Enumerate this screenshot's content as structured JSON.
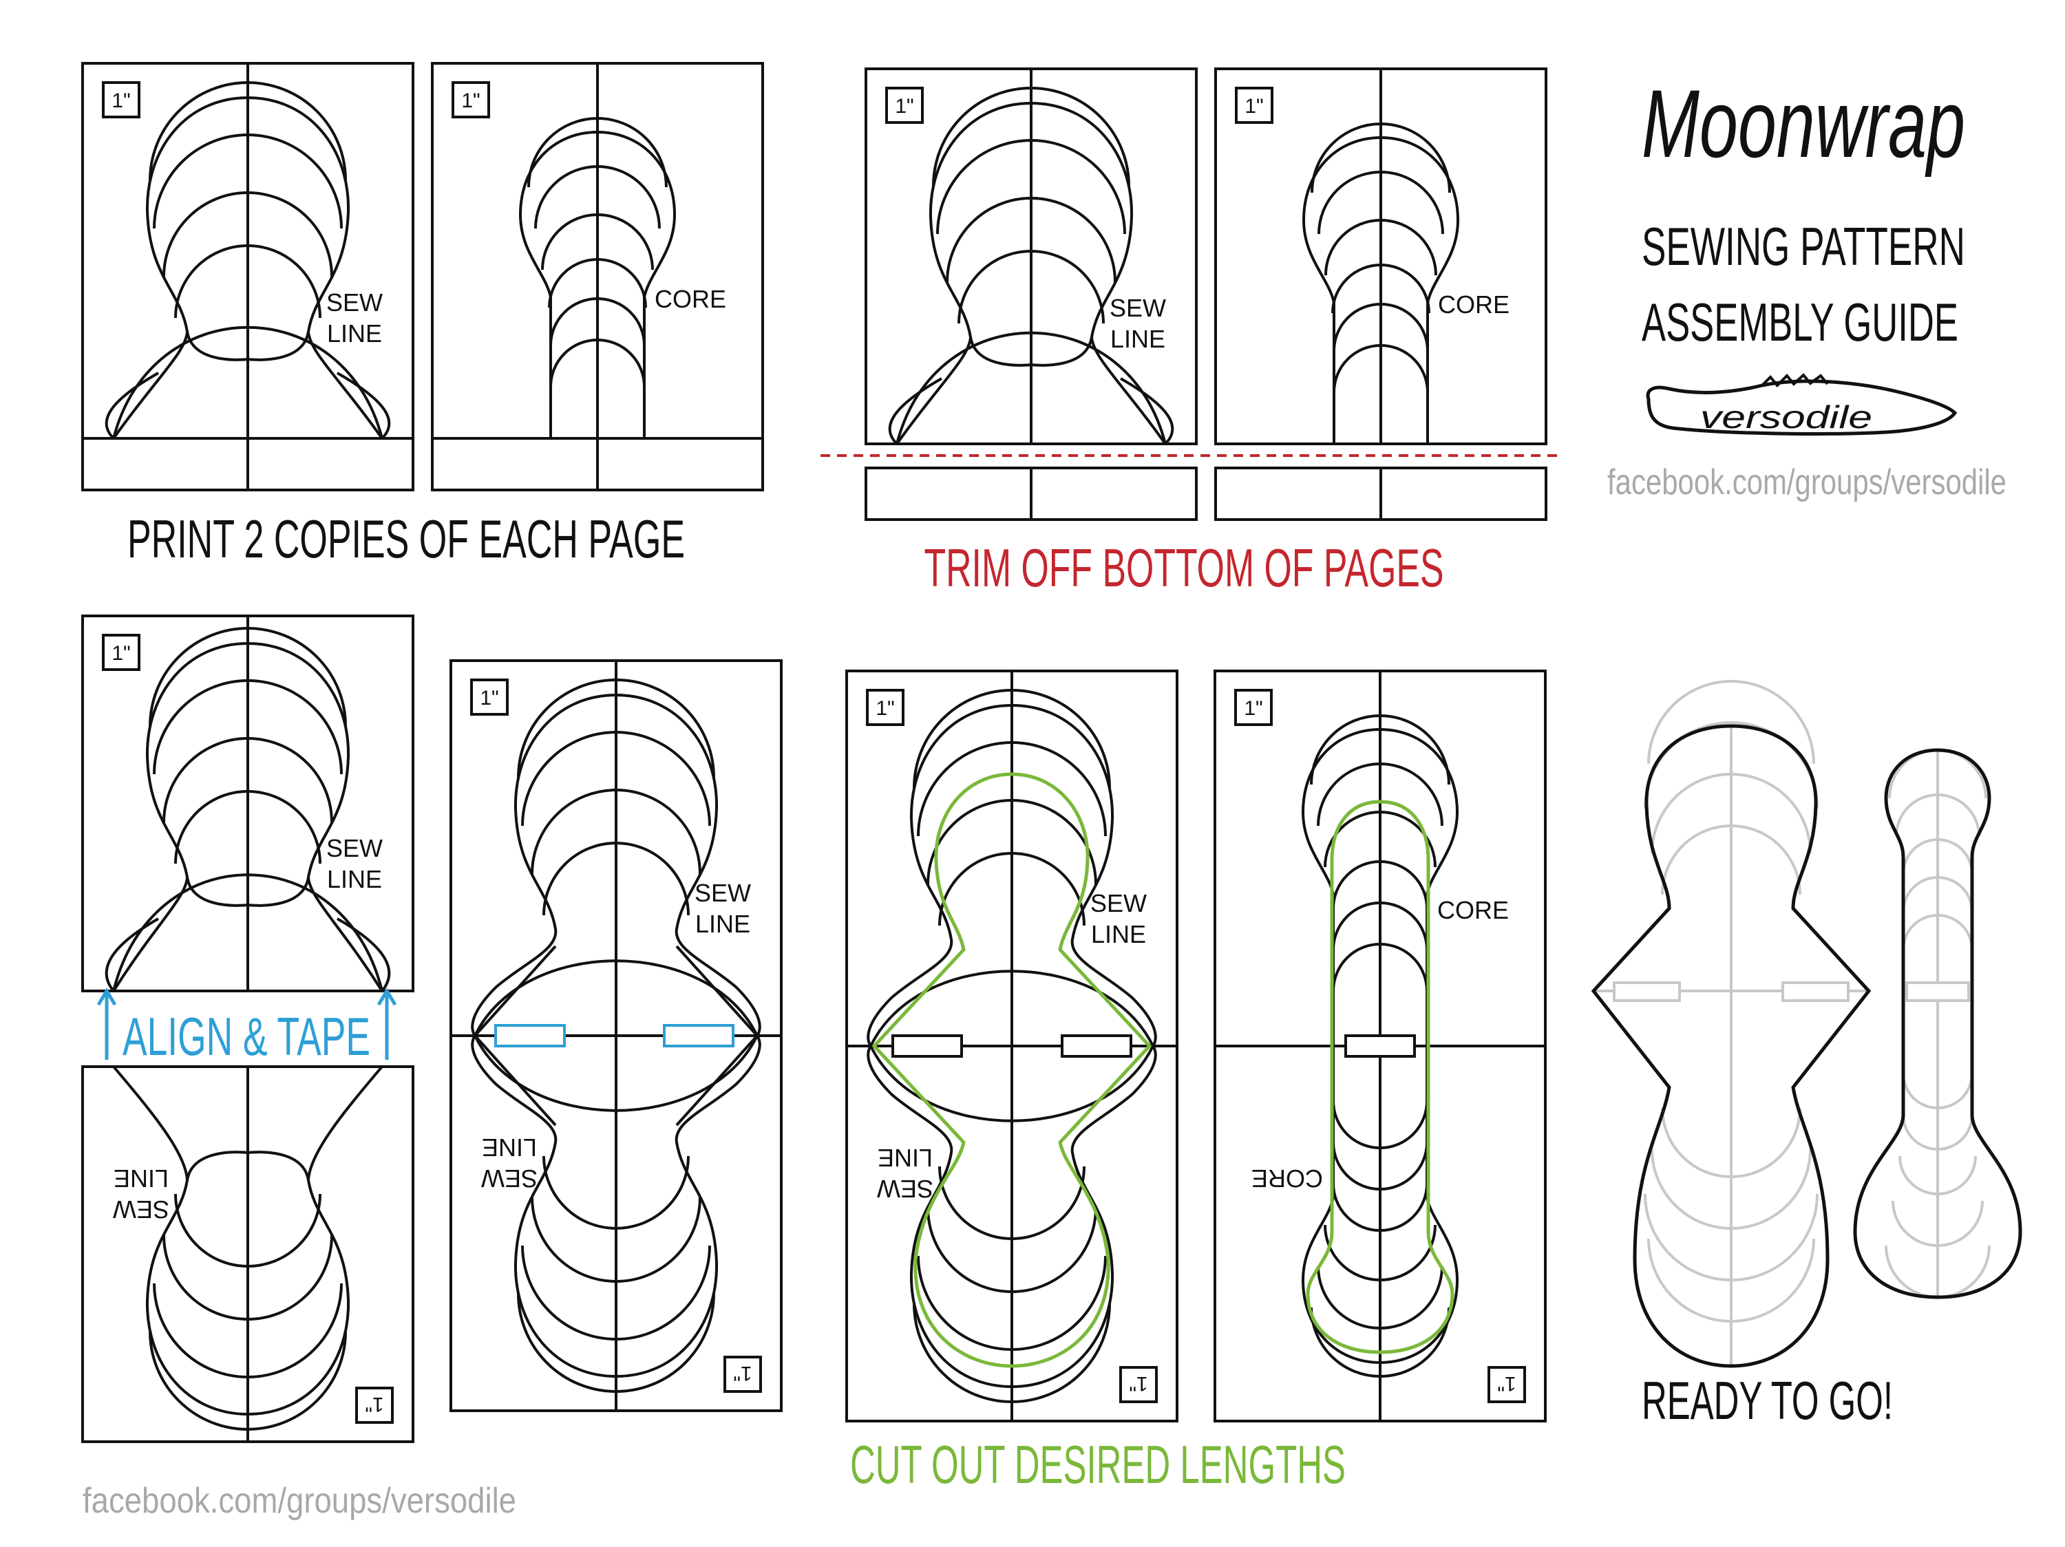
{
  "brand": {
    "title": "Moonwrap",
    "subtitle_line1": "SEWING PATTERN",
    "subtitle_line2": "ASSEMBLY GUIDE",
    "logo_text": "versodile",
    "url": "facebook.com/groups/versodile"
  },
  "sheet": {
    "scale_label": "1\"",
    "scale_label_inverted": "1\"",
    "sew_line1": "SEW",
    "sew_line2": "LINE",
    "core_label": "CORE"
  },
  "steps": {
    "print": "PRINT 2 COPIES OF EACH PAGE",
    "trim": "TRIM OFF BOTTOM OF PAGES",
    "align": "ALIGN & TAPE",
    "cut": "CUT OUT DESIRED LENGTHS",
    "ready": "READY TO GO!"
  },
  "colors": {
    "ink": "#111111",
    "trim_red": "#c4262e",
    "align_blue": "#2e9fd6",
    "cut_green": "#7ab83a",
    "ready_gray": "#c8c8c8",
    "url_gray": "#a8a8a8"
  }
}
